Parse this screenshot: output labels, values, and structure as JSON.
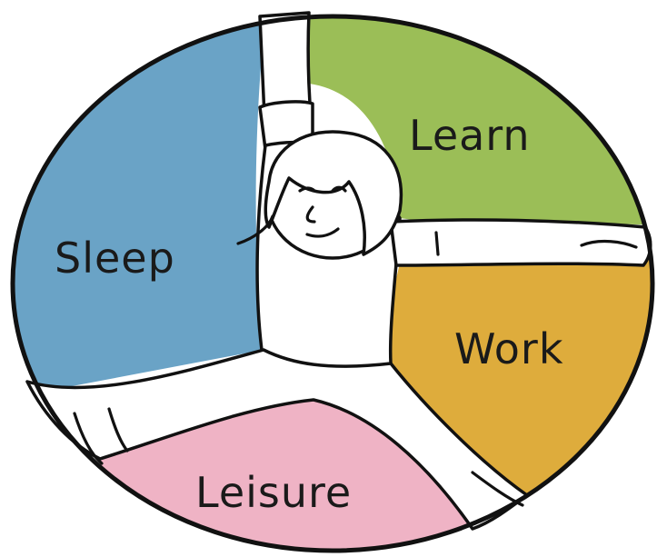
{
  "segments": {
    "sleep": {
      "label": "Sleep",
      "color": "#6aa3c6"
    },
    "learn": {
      "label": "Learn",
      "color": "#9bbe57"
    },
    "work": {
      "label": "Work",
      "color": "#deac3c"
    },
    "leisure": {
      "label": "Leisure",
      "color": "#efb3c5"
    }
  },
  "icons": [
    "person-figure-icon"
  ]
}
